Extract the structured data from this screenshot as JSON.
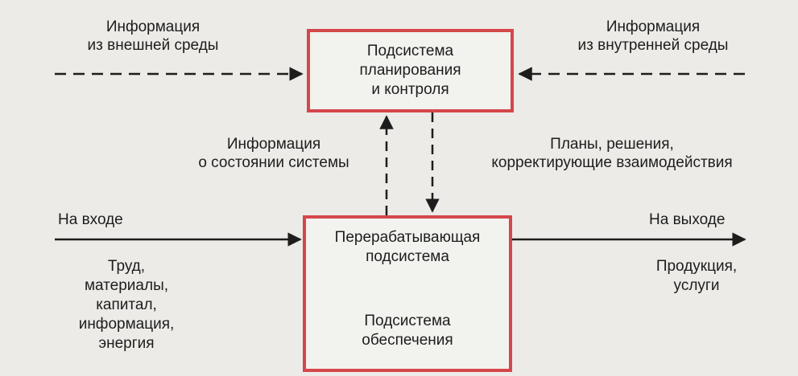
{
  "diagram": {
    "top_left": [
      "Информация",
      "из внешней среды"
    ],
    "top_right": [
      "Информация",
      "из внутренней среды"
    ],
    "planning_box": [
      "Подсистема",
      "планирования",
      "и контроля"
    ],
    "state_info": [
      "Информация",
      "о состоянии системы"
    ],
    "plans": [
      "Планы, решения,",
      "корректирующие взаимодействия"
    ],
    "input_label": "На входе",
    "output_label": "На выходе",
    "processing": [
      "Перерабатывающая",
      "подсистема"
    ],
    "support": [
      "Подсистема",
      "обеспечения"
    ],
    "inputs": [
      "Труд,",
      "материалы,",
      "капитал,",
      "информация,",
      "энергия"
    ],
    "outputs": [
      "Продукция,",
      "услуги"
    ]
  },
  "colors": {
    "box_border": "#d4474a",
    "arrow": "#1d1d1d"
  }
}
